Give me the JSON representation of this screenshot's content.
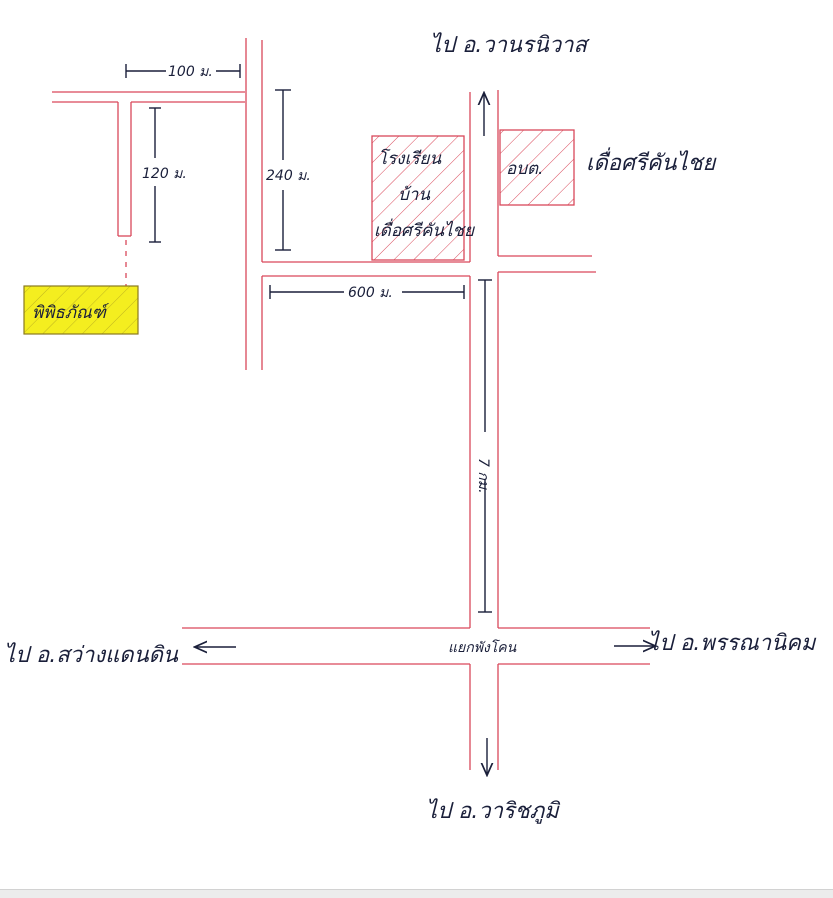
{
  "map": {
    "destinations": {
      "north": "ไป อ.วานรนิวาส",
      "south": "ไป อ.วาริชภูมิ",
      "west": "ไป อ.สว่างแดนดิน",
      "east": "ไป อ.พรรณานิคม"
    },
    "landmarks": {
      "school_line1": "โรงเรียน",
      "school_line2": "บ้าน",
      "school_line3": "เดื่อศรีคันไชย",
      "sao": "อบต.",
      "sao_village": "เดื่อศรีคันไชย",
      "museum": "พิพิธภัณฑ์",
      "intersection": "แยกพังโคน"
    },
    "distances": {
      "top_left": "100 ม.",
      "side_road": "120 ม.",
      "main_side": "240 ม.",
      "school_road": "600 ม.",
      "highway": "7 กม."
    },
    "colors": {
      "road": "#d9485a",
      "ink": "#1a1f3a",
      "highlight": "#f4ee1f",
      "background": "#ffffff"
    }
  }
}
